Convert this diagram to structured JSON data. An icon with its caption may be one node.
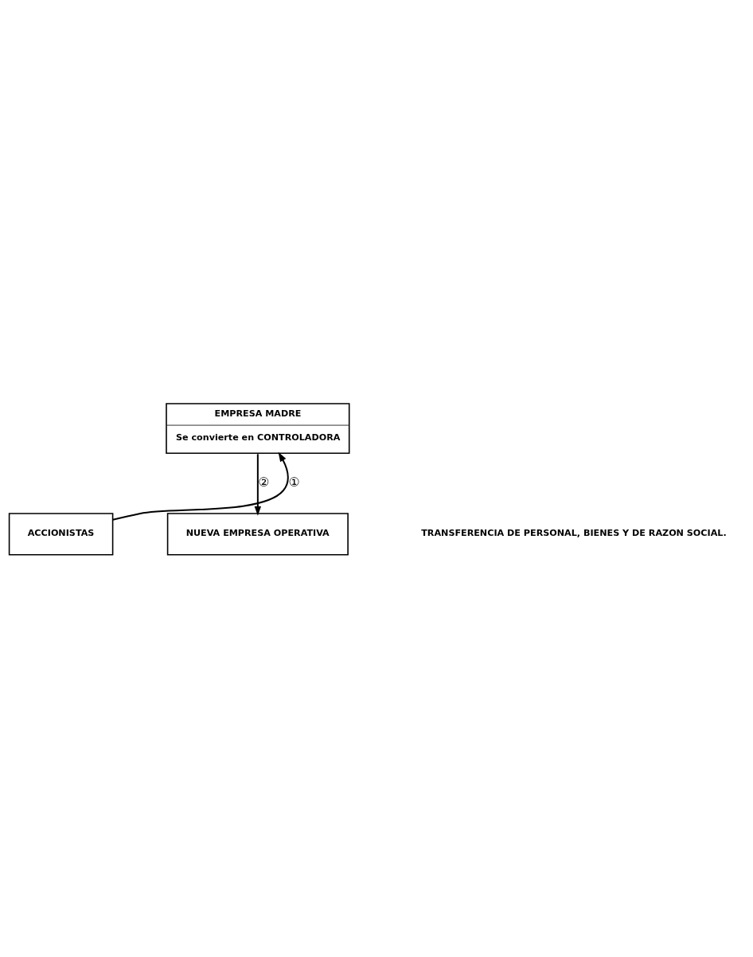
{
  "diagram": {
    "nodes": [
      {
        "text": [
          "EMPRESA MADRE",
          "Se convierte en CONTROLADORA"
        ]
      },
      {
        "text": [
          "ACCIONISTAS"
        ]
      },
      {
        "text": [
          "NUEVA EMPRESA OPERATIVA"
        ]
      }
    ],
    "edges": [
      {
        "from": 1,
        "to": 0,
        "arrow": "to",
        "label": "①"
      },
      {
        "from": 0,
        "to": 2,
        "arrow": "to",
        "label": "②"
      }
    ],
    "labels": [
      "TRANSFERENCIA DE PERSONAL, BIENES Y DE RAZON SOCIAL."
    ]
  }
}
